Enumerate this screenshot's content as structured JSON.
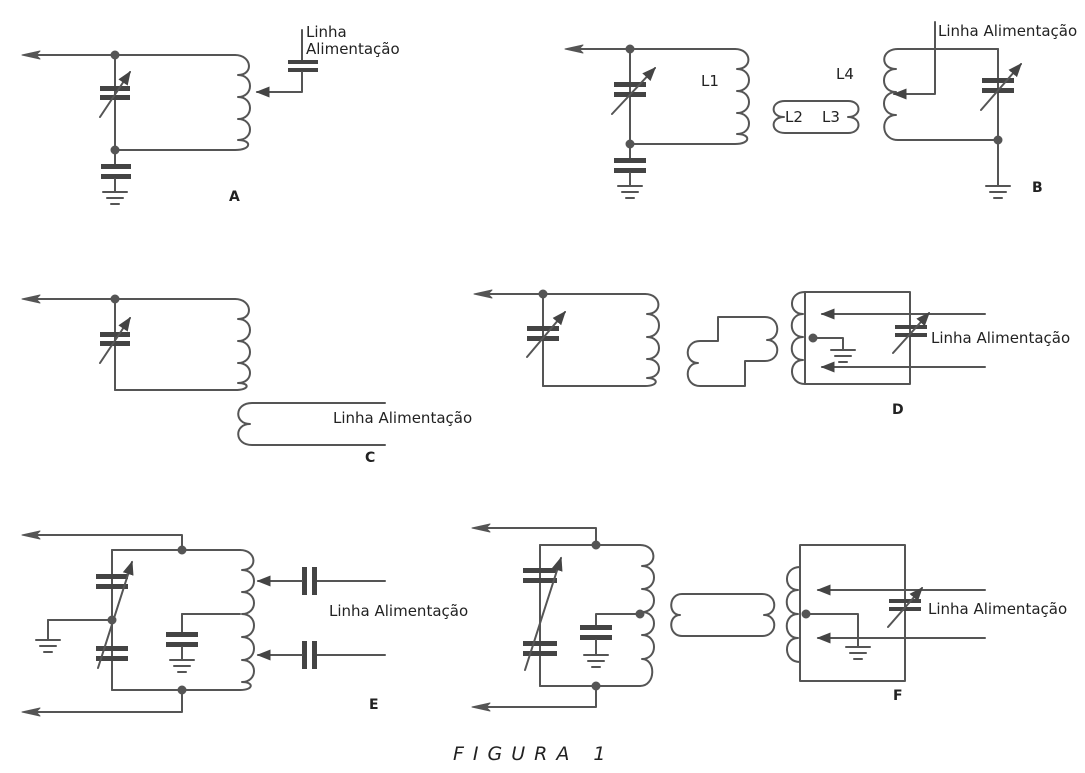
{
  "labels": {
    "feed_line": "Linha Alimentação",
    "linha": "Linha",
    "alimentacao": "Alimentação"
  },
  "coils": {
    "l1": "L1",
    "l2": "L2",
    "l3": "L3",
    "l4": "L4"
  },
  "panels": {
    "a": "A",
    "b": "B",
    "c": "C",
    "d": "D",
    "e": "E",
    "f": "F"
  },
  "caption": "FIGURA 1",
  "colors": {
    "ink": "#555555",
    "plate": "#444444",
    "text": "#222222",
    "paper": "#ffffff"
  }
}
